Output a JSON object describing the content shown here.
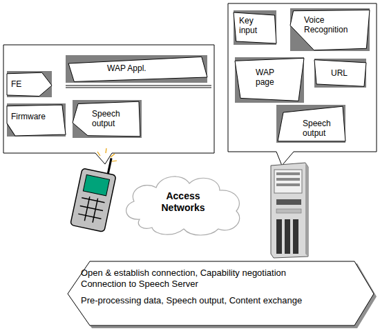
{
  "diagram": {
    "nodes": [
      {
        "text": [
          "FE"
        ]
      },
      {
        "text": [
          "WAP Appl."
        ]
      },
      {
        "text": [
          "Firmware"
        ]
      },
      {
        "text": [
          "Speech output"
        ]
      },
      {
        "text": [
          "Key input"
        ]
      },
      {
        "text": [
          "Voice Recognition"
        ]
      },
      {
        "text": [
          "WAP page"
        ]
      },
      {
        "text": [
          "URL"
        ]
      },
      {
        "text": [
          "Speech output"
        ]
      },
      {
        "text": [
          "Access Networks"
        ]
      },
      {
        "text": [
          "Open & establish connection, Capability negotiation Connection to Speech Server",
          "Pre-processing data, Speech output, Content exchange"
        ]
      }
    ]
  }
}
